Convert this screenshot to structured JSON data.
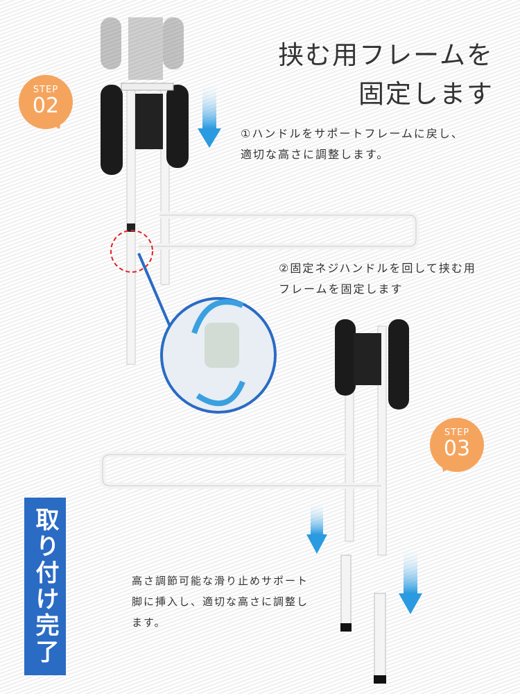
{
  "heading": {
    "line1": "挟む用フレームを",
    "line2": "固定します"
  },
  "step2": {
    "label": "STEP",
    "number": "02"
  },
  "step3": {
    "label": "STEP",
    "number": "03"
  },
  "instructions": {
    "one_line1": "①ハンドルをサポートフレームに戻し、",
    "one_line2": "適切な高さに調整します。",
    "two_line1": "②固定ネジハンドルを回して挟む用",
    "two_line2": "フレームを固定します",
    "three_line1": "高さ調節可能な滑り止めサポート",
    "three_line2": "脚に挿入し、適切な高さに調整し",
    "three_line3": "ます。"
  },
  "completion_label": "取り付け完了",
  "colors": {
    "accent": "#f5a45e",
    "blue": "#2a6bc4",
    "arrow": "#3aa0e0"
  }
}
